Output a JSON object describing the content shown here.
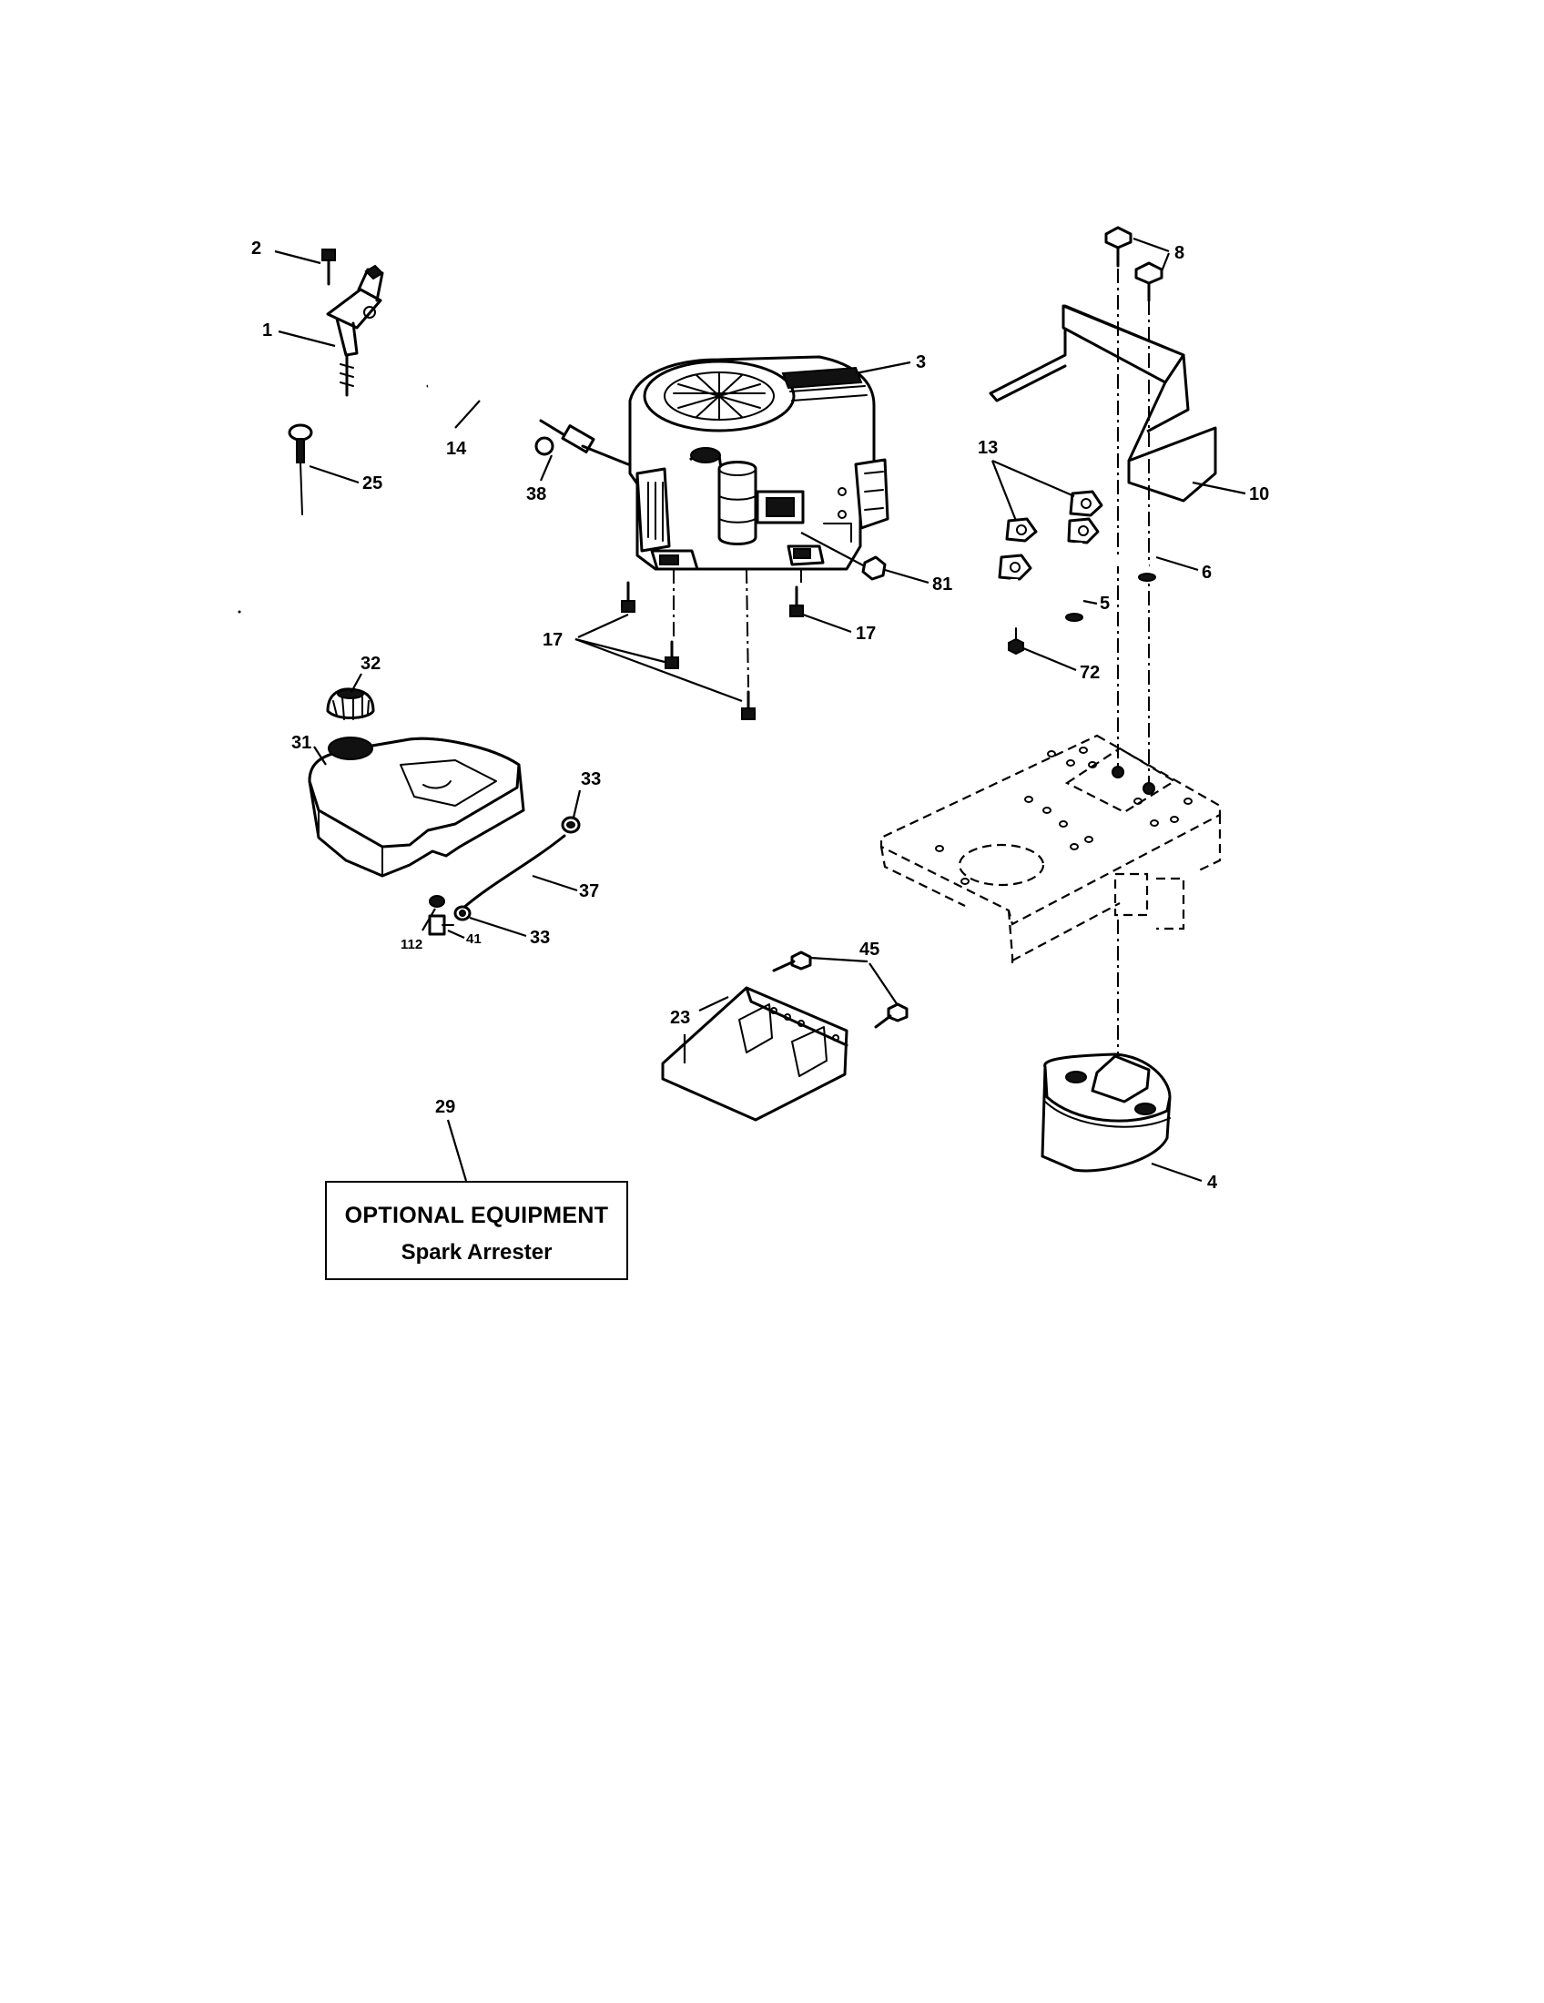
{
  "callouts": {
    "p1": "1",
    "p2": "2",
    "p3": "3",
    "p4": "4",
    "p5": "5",
    "p6": "6",
    "p8": "8",
    "p10": "10",
    "p13": "13",
    "p14": "14",
    "p17a": "17",
    "p17b": "17",
    "p23": "23",
    "p25": "25",
    "p29": "29",
    "p31": "31",
    "p32": "32",
    "p33a": "33",
    "p33b": "33",
    "p37": "37",
    "p38": "38",
    "p41": "41",
    "p45": "45",
    "p72": "72",
    "p81": "81",
    "p112": "112"
  },
  "optional_box": {
    "title": "OPTIONAL EQUIPMENT",
    "item": "Spark Arrester"
  }
}
